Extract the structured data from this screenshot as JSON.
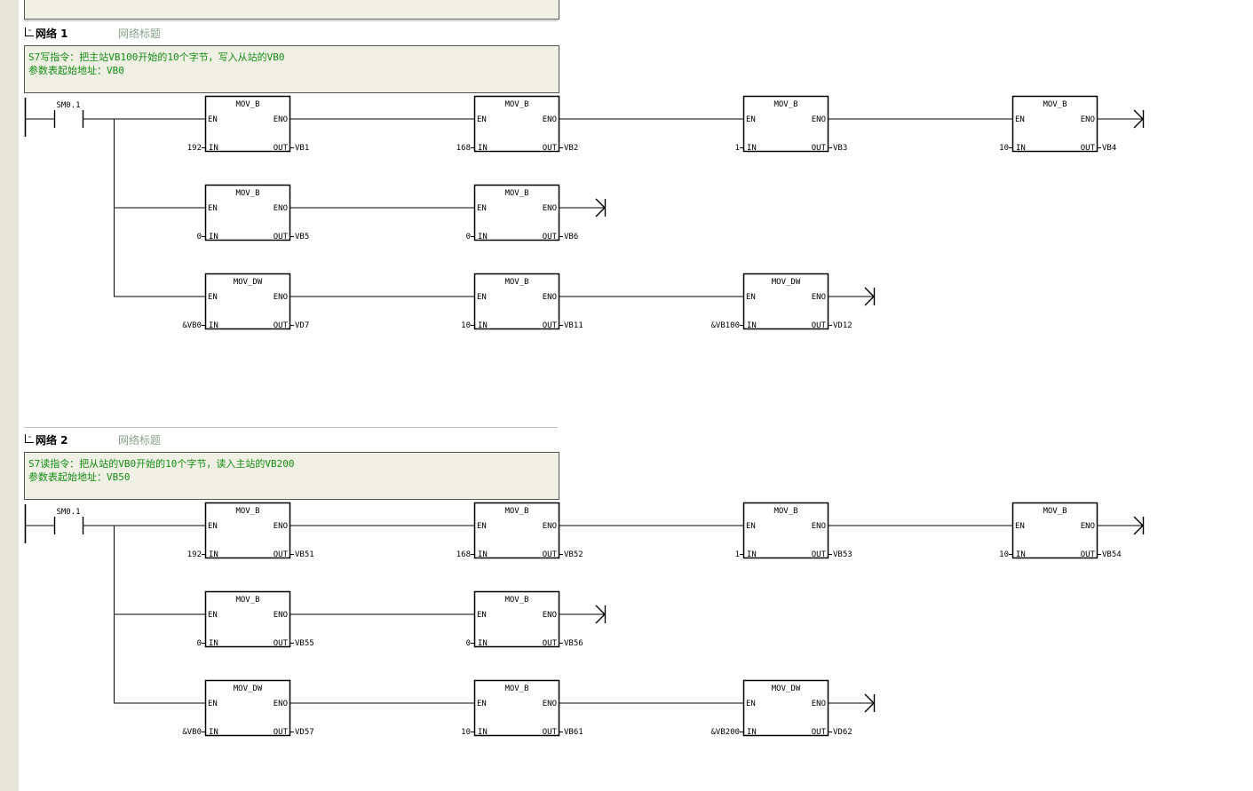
{
  "networks": [
    {
      "label": "网络 1",
      "title": "网络标题",
      "comment": [
        "S7写指令：把主站VB100开始的10个字节，写入从站的VB0",
        "参数表起始地址：VB0"
      ],
      "contact": "SM0.1",
      "rows": [
        [
          {
            "name": "MOV_B",
            "in": "192",
            "out": "VB1"
          },
          {
            "name": "MOV_B",
            "in": "168",
            "out": "VB2"
          },
          {
            "name": "MOV_B",
            "in": "1",
            "out": "VB3"
          },
          {
            "name": "MOV_B",
            "in": "10",
            "out": "VB4"
          }
        ],
        [
          {
            "name": "MOV_B",
            "in": "0",
            "out": "VB5"
          },
          {
            "name": "MOV_B",
            "in": "0",
            "out": "VB6"
          }
        ],
        [
          {
            "name": "MOV_DW",
            "in": "&VB0",
            "out": "VD7"
          },
          {
            "name": "MOV_B",
            "in": "10",
            "out": "VB11"
          },
          {
            "name": "MOV_DW",
            "in": "&VB100",
            "out": "VD12"
          }
        ]
      ]
    },
    {
      "label": "网络 2",
      "title": "网络标题",
      "comment": [
        "S7读指令：把从站的VB0开始的10个字节，读入主站的VB200",
        "参数表起始地址：VB50"
      ],
      "contact": "SM0.1",
      "rows": [
        [
          {
            "name": "MOV_B",
            "in": "192",
            "out": "VB51"
          },
          {
            "name": "MOV_B",
            "in": "168",
            "out": "VB52"
          },
          {
            "name": "MOV_B",
            "in": "1",
            "out": "VB53"
          },
          {
            "name": "MOV_B",
            "in": "10",
            "out": "VB54"
          }
        ],
        [
          {
            "name": "MOV_B",
            "in": "0",
            "out": "VB55"
          },
          {
            "name": "MOV_B",
            "in": "0",
            "out": "VB56"
          }
        ],
        [
          {
            "name": "MOV_DW",
            "in": "&VB0",
            "out": "VD57"
          },
          {
            "name": "MOV_B",
            "in": "10",
            "out": "VB61"
          },
          {
            "name": "MOV_DW",
            "in": "&VB200",
            "out": "VD62"
          }
        ]
      ]
    }
  ],
  "pins": {
    "en": "EN",
    "eno": "ENO",
    "in": "IN",
    "out": "OUT"
  },
  "toggle_symbol": "-",
  "colors": {
    "comment_text": "#128c12",
    "comment_bg": "#f1f0e5",
    "title_text": "#8aa08a",
    "gutter": "#e8e6d9"
  }
}
